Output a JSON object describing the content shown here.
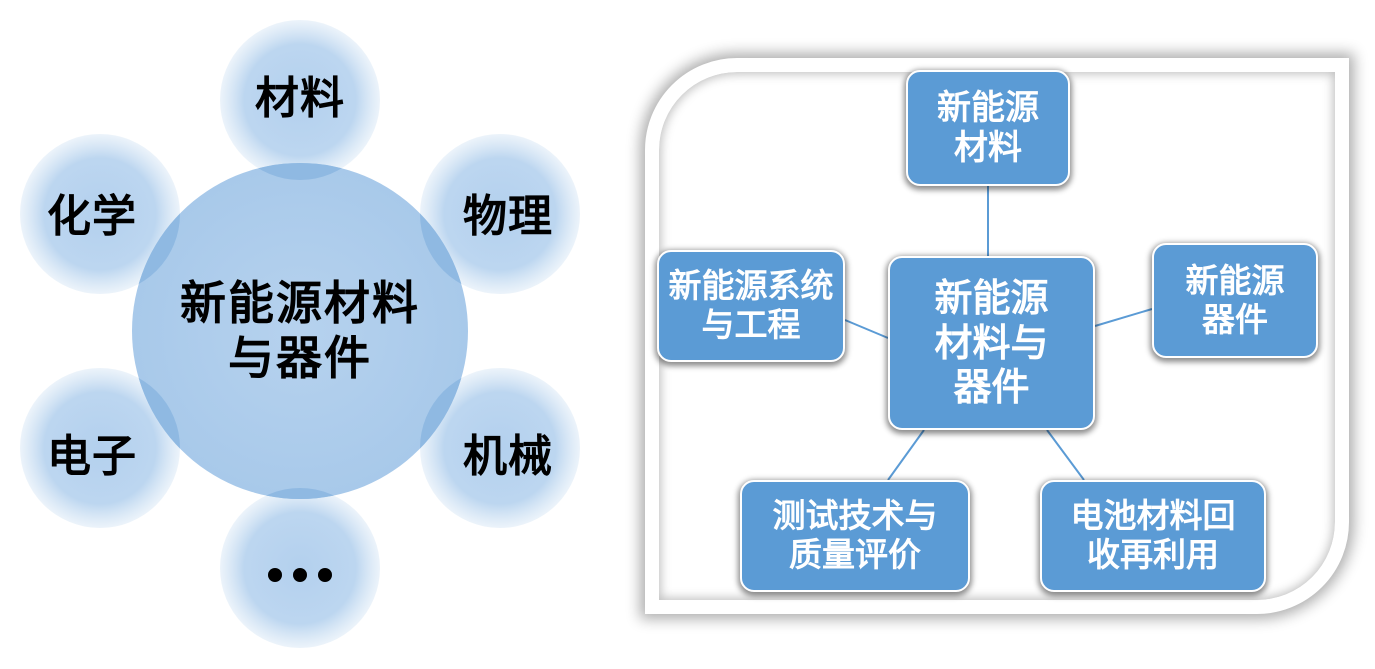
{
  "left": {
    "center": "新能源材料与器件",
    "satellites": {
      "top": "材料",
      "upper_right": "物理",
      "lower_right": "机械",
      "bottom": "•••",
      "lower_left": "电子",
      "upper_left": "化学"
    }
  },
  "right": {
    "center": "新能源材料与器件",
    "nodes": {
      "top": "新能源材料",
      "left": "新能源系统与工程",
      "right": "新能源器件",
      "bottom_left": "测试技术与质量评价",
      "bottom_right": "电池材料回收再利用"
    }
  },
  "colors": {
    "node_fill": "#5b9bd5",
    "node_text": "#ffffff",
    "connector": "#5b9bd5",
    "circle_fill": "#bdd7ee",
    "circle_overlap": "#8fb9e2"
  }
}
